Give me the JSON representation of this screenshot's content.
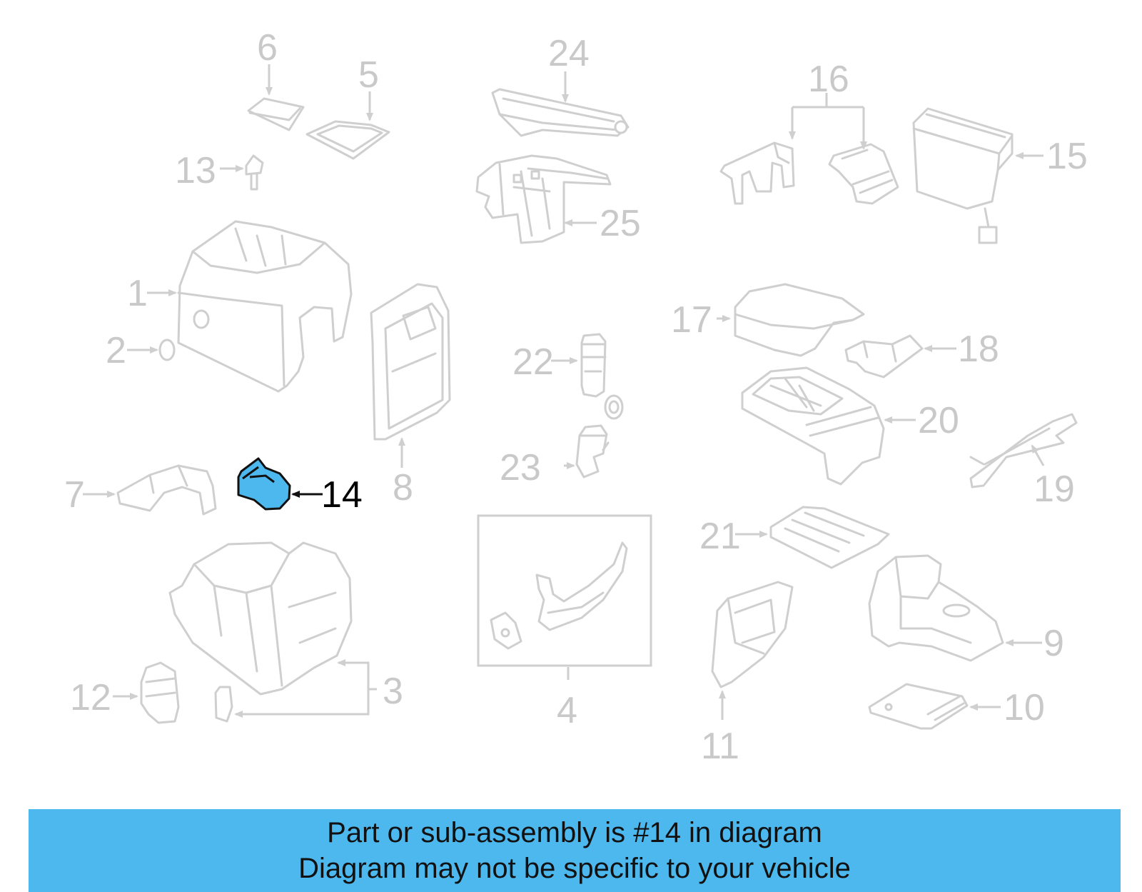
{
  "diagram": {
    "labels": {
      "p1": "1",
      "p2": "2",
      "p3": "3",
      "p4": "4",
      "p5": "5",
      "p6": "6",
      "p7": "7",
      "p8": "8",
      "p9": "9",
      "p10": "10",
      "p11": "11",
      "p12": "12",
      "p13": "13",
      "p14": "14",
      "p15": "15",
      "p16": "16",
      "p17": "17",
      "p18": "18",
      "p19": "19",
      "p20": "20",
      "p21": "21",
      "p22": "22",
      "p23": "23",
      "p24": "24",
      "p25": "25"
    },
    "highlighted_part": "14",
    "colors": {
      "highlight_fill": "#4cb8ee",
      "part_stroke": "#cfcfcf",
      "label_gray": "#c9c9c9",
      "banner_bg": "#4cb8ee"
    }
  },
  "banner": {
    "line1": "Part or sub-assembly is #14 in diagram",
    "line2": "Diagram may not be specific to your vehicle"
  }
}
